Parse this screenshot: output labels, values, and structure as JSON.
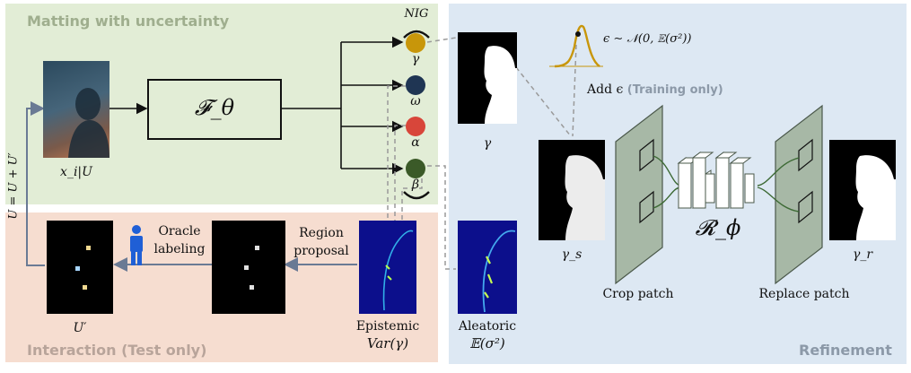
{
  "panels": {
    "matting_title": "Matting with uncertainty",
    "interaction_title": "Interaction",
    "interaction_sub": "(Test only)",
    "refinement_title": "Refinement"
  },
  "matting": {
    "input_label": "x_i|U",
    "network_label": "𝓕_θ",
    "nig_label": "NIG",
    "outputs": [
      {
        "symbol": "γ",
        "color": "#c8960a"
      },
      {
        "symbol": "ω",
        "color": "#1f3553"
      },
      {
        "symbol": "α",
        "color": "#d8463a"
      },
      {
        "symbol": "β",
        "color": "#3b5a28"
      }
    ],
    "update_label": "U = U + U′"
  },
  "interaction": {
    "oracle_label_1": "Oracle",
    "oracle_label_2": "labeling",
    "region_label_1": "Region",
    "region_label_2": "proposal",
    "u_prime_label": "U′",
    "epistemic_label": "Epistemic",
    "epistemic_formula": "Var(γ)"
  },
  "refinement": {
    "gamma_label": "γ",
    "noise_formula": "ϵ ∼ 𝒩(0, 𝔼(σ²))",
    "add_eps_prefix": "Add ϵ",
    "add_eps_training": "(Training only)",
    "gamma_s_label": "γ_s",
    "crop_label": "Crop patch",
    "refine_net_label": "𝓡_ϕ",
    "replace_label": "Replace patch",
    "gamma_r_label": "γ_r",
    "aleatoric_label": "Aleatoric",
    "aleatoric_formula": "𝔼(σ²)"
  },
  "colors": {
    "green_panel": "#e2edd6",
    "peach_panel": "#f6ddd0",
    "blue_panel": "#dde8f3",
    "gamma_node": "#c8960a",
    "omega_node": "#1f3553",
    "alpha_node": "#d8463a",
    "beta_node": "#3b5a28",
    "feedback_arrow": "#6a7a94",
    "oracle_icon": "#1f5fd6"
  }
}
